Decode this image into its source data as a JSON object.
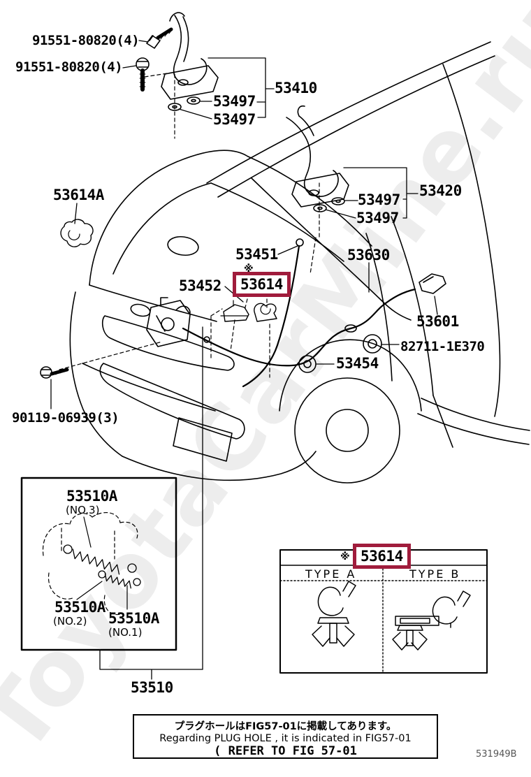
{
  "page": {
    "background": "#ffffff",
    "line_color": "#000000",
    "highlight_color": "#a01c3c"
  },
  "watermark": {
    "text": "ToyotaCarMine.ru"
  },
  "labels": {
    "bolt_upper": "91551-80820(4)",
    "bolt_lower": "91551-80820(4)",
    "hinge_assy_upper": "53410",
    "washer_upper_1": "53497",
    "washer_upper_2": "53497",
    "hinge_assy_right": "53420",
    "washer_right_1": "53497",
    "washer_right_2": "53497",
    "clip_53614a": "53614A",
    "support_rod": "53451",
    "rod_clamp": "53452",
    "clip_ref_mark": "※",
    "clip_53614": "53614",
    "release_cable": "53630",
    "release_lever": "53601",
    "grommet": "82711-1E370",
    "cushion": "53454",
    "bolt_bumper": "90119-06939(3)"
  },
  "spring_inset": {
    "no3": {
      "part": "53510A",
      "note": "(NO.3)"
    },
    "no2": {
      "part": "53510A",
      "note": "(NO.2)"
    },
    "no1": {
      "part": "53510A",
      "note": "(NO.1)"
    },
    "lock_assembly": "53510"
  },
  "type_table": {
    "ref_mark": "※",
    "part": "53614",
    "type_a": "TYPE A",
    "type_b": "TYPE B"
  },
  "note_box": {
    "jp": "プラグホールはFIG57-01に掲載してあります。",
    "en": "Regarding PLUG HOLE , it is indicated in FIG57-01",
    "ref": "( REFER TO FIG 57-01"
  },
  "doc_number": "531949B"
}
